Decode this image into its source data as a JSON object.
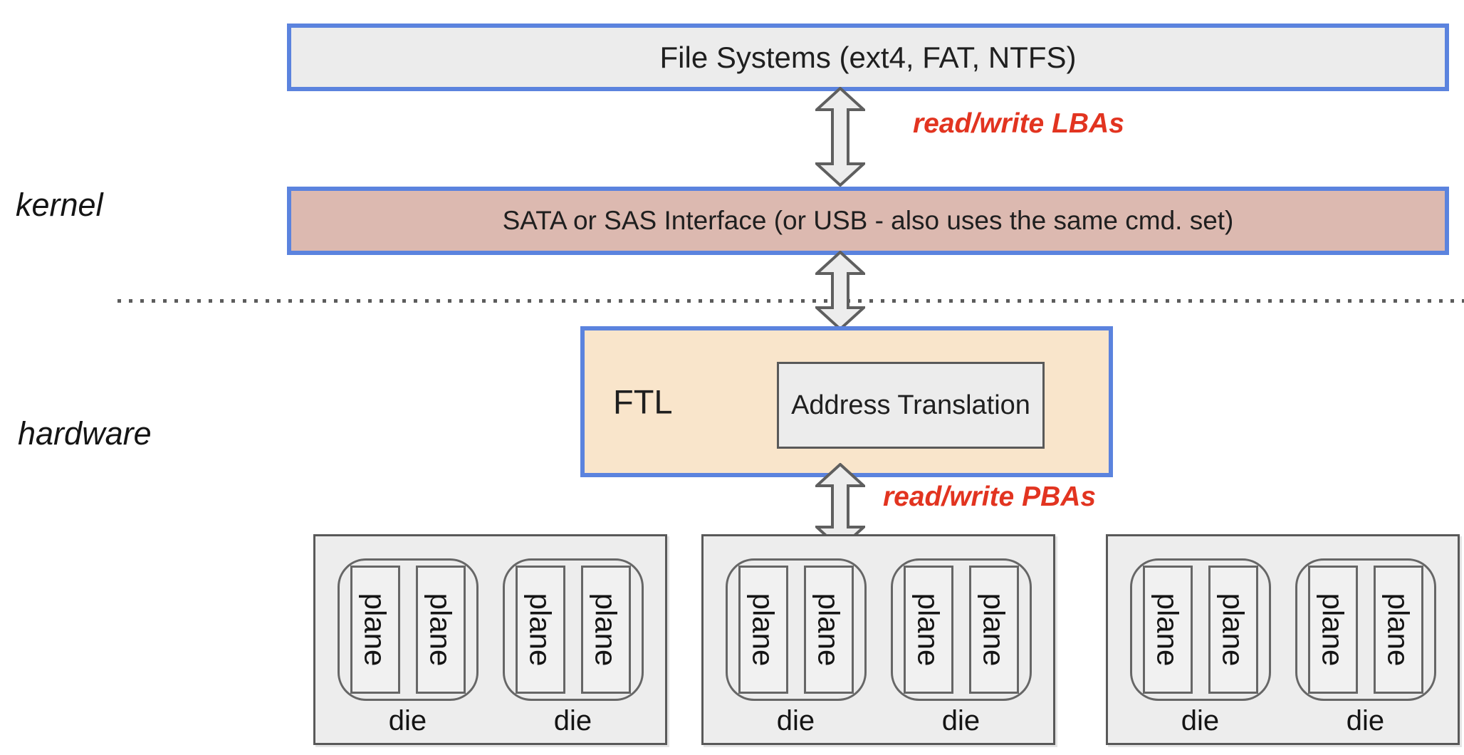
{
  "labels": {
    "kernel": "kernel",
    "hardware": "hardware",
    "read_write_lbas": "read/write LBAs",
    "read_write_pbas": "read/write PBAs",
    "die": "die",
    "plane": "plane"
  },
  "boxes": {
    "file_systems": "File Systems (ext4, FAT, NTFS)",
    "sata_interface": "SATA or SAS Interface (or USB  - also uses the same cmd. set)",
    "ftl": "FTL",
    "address_translation": "Address Translation"
  },
  "structure": {
    "packages": 3,
    "dies_per_package": 2,
    "planes_per_die": 2
  },
  "colors": {
    "box_border_blue": "#5b83de",
    "file_systems_fill": "#ececec",
    "sata_fill": "#dcb9b0",
    "ftl_fill": "#f9e5cb",
    "annotation_red": "#e23420",
    "package_fill": "#ededed",
    "outline_gray": "#595959",
    "arrow_fill": "#ededed",
    "arrow_stroke": "#5f5f5f"
  }
}
